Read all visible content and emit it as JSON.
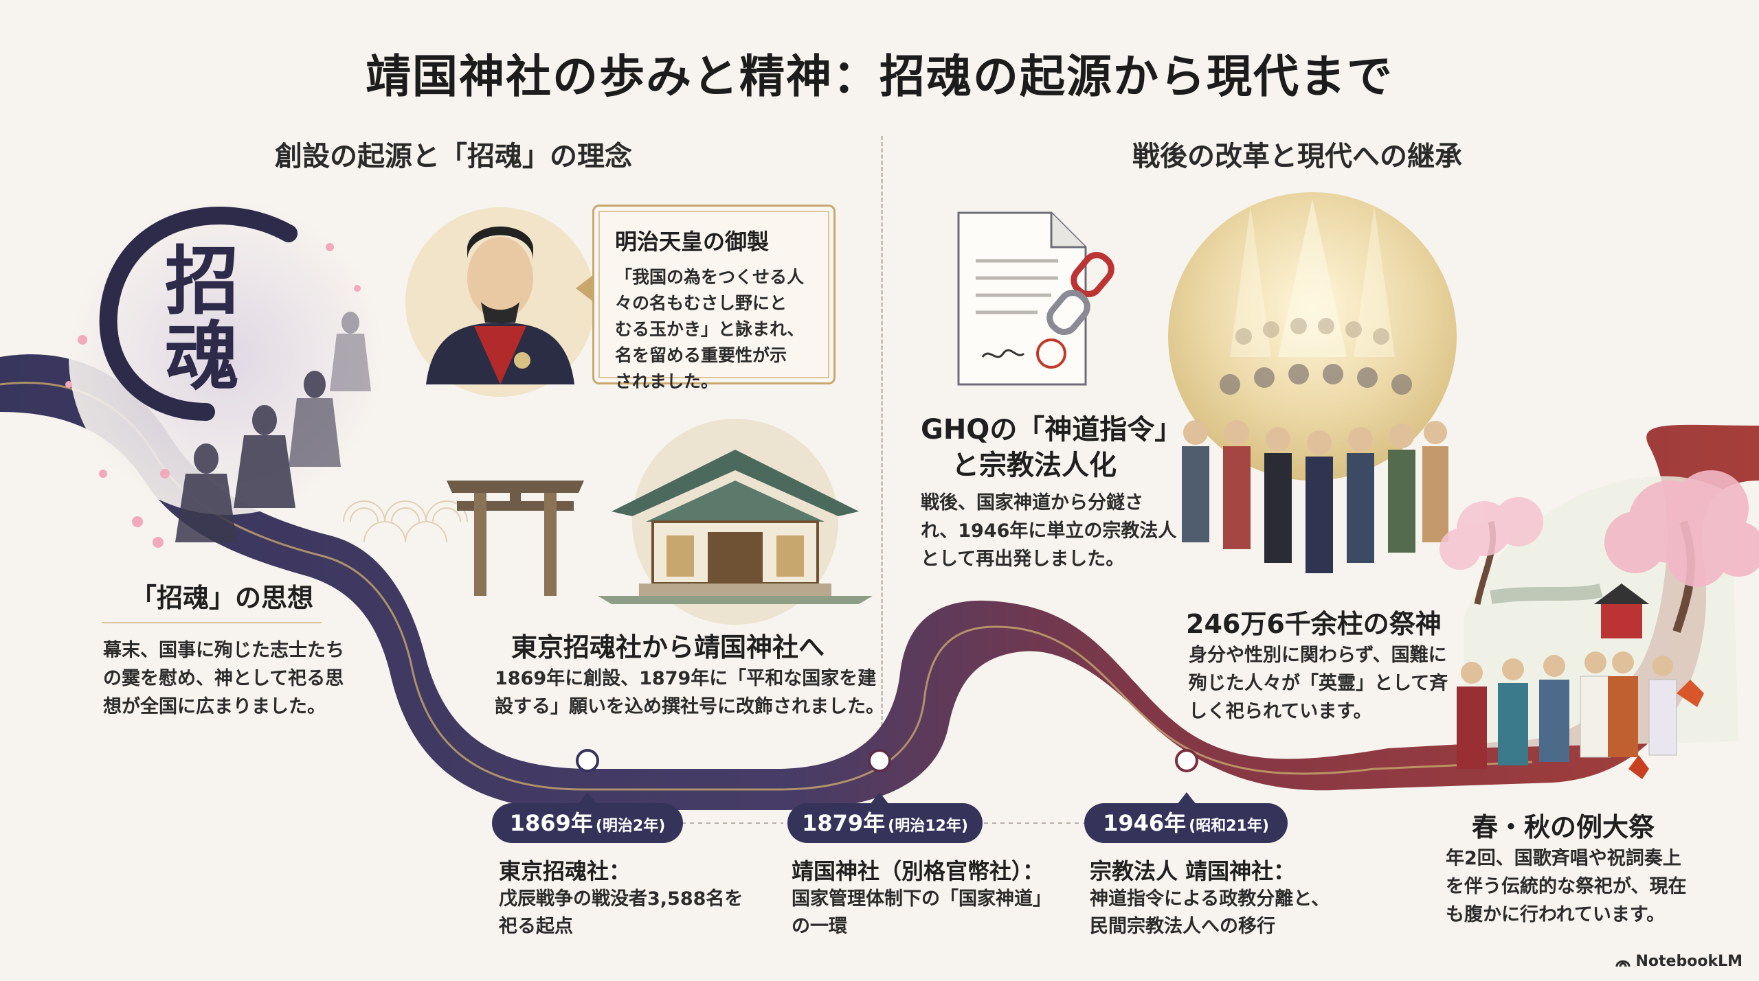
{
  "title": "靖国神社の歩みと精神：招魂の起源から現代まで",
  "sections": {
    "left_heading": "創設の起源と「招魂」の理念",
    "right_heading": "戦後の改革と現代への継承"
  },
  "emblem": {
    "char1": "招",
    "char2": "魂"
  },
  "shokon": {
    "heading": "「招魂」の思想",
    "body": [
      "幕末、国事に殉じた志士たち",
      "の霙を慰め、神として祀る思",
      "想が全国に広まりました。"
    ]
  },
  "callout": {
    "heading": "明治天皇の御製",
    "body": [
      "「我国の為をつくせる人",
      "々の名もむさし野にと",
      "むる玉かき」と詠まれ、",
      "名を留める重要性が示",
      "されました。"
    ]
  },
  "renaming": {
    "heading": "東京招魂社から靖国神社へ",
    "body": [
      "1869年に創設、1879年に「平和な国家を建",
      "設する」願いを込め撰社号に改飾されました。"
    ]
  },
  "ghq": {
    "heading": [
      "GHQの「神道指令」",
      "と宗教法人化"
    ],
    "body": [
      "戦後、国家神道から分鐩さ",
      "れ、1946年に単立の宗教法人",
      "として再出発しました。"
    ]
  },
  "deities": {
    "heading": "246万6千余柱の祭神",
    "body": [
      "身分や性別に関わらず、国難に",
      "殉じた人々が「英霊」として斉",
      "しく祀られています。"
    ]
  },
  "festival": {
    "heading": "春・秋の例大祭",
    "body": [
      "年2回、国歌斉唱や祝詞奏上",
      "を伴う伝統的な祭祀が、現在",
      "も腹かに行われています。"
    ]
  },
  "timeline": [
    {
      "year": "1869年",
      "era": "(明治2年)",
      "heading": "東京招魂社：",
      "body": [
        "戊辰戦争の戦没者3,588名を",
        "祀る起点"
      ]
    },
    {
      "year": "1879年",
      "era": "(明治12年)",
      "heading": "靖国神社（別格官幣社）：",
      "body": [
        "国家管理体制下の「国家神道」",
        "の一環"
      ]
    },
    {
      "year": "1946年",
      "era": "(昭和21年)",
      "heading": "宗教法人 靖国神社：",
      "body": [
        "神道指令による政教分離と、",
        "民間宗教法人への移行"
      ]
    }
  ],
  "logo": "NotebookLM",
  "colors": {
    "navy": "#35335a",
    "crimson": "#8e2a2e",
    "gold": "#c8a76e",
    "background": "#f7f3ee",
    "sakura": "#f2b8c6"
  }
}
